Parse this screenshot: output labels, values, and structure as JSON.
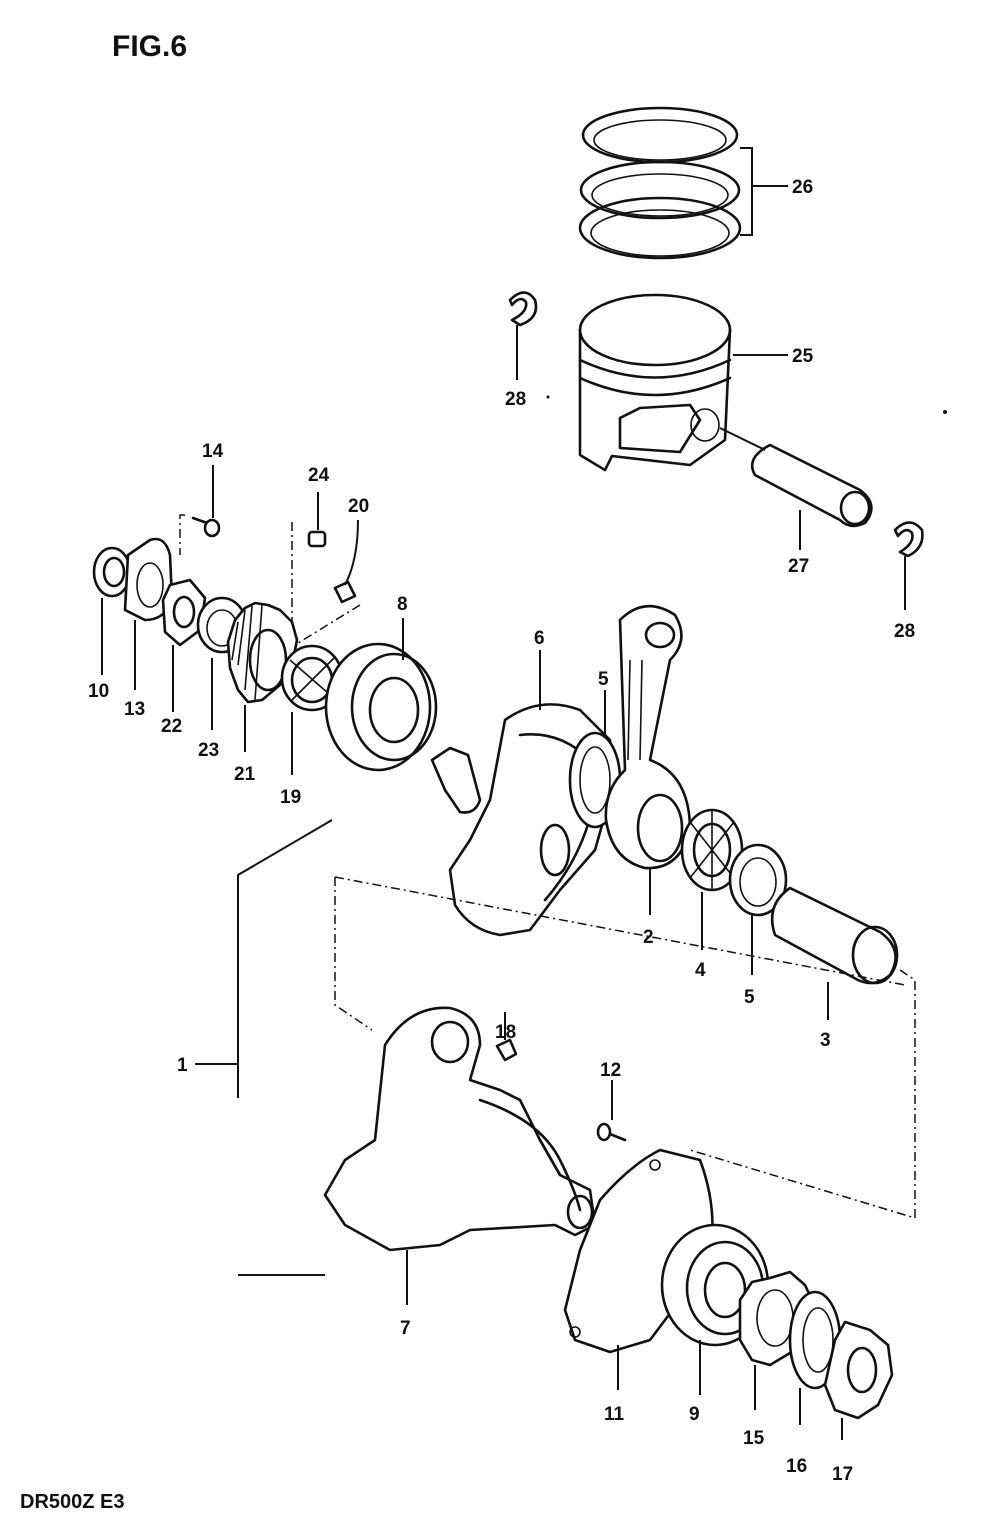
{
  "title": "FIG.6",
  "footer": "DR500Z  E3",
  "callouts": [
    {
      "id": "c1",
      "text": "1"
    },
    {
      "id": "c2",
      "text": "2"
    },
    {
      "id": "c3",
      "text": "3"
    },
    {
      "id": "c4",
      "text": "4"
    },
    {
      "id": "c5a",
      "text": "5"
    },
    {
      "id": "c5b",
      "text": "5"
    },
    {
      "id": "c6",
      "text": "6"
    },
    {
      "id": "c7",
      "text": "7"
    },
    {
      "id": "c8",
      "text": "8"
    },
    {
      "id": "c9",
      "text": "9"
    },
    {
      "id": "c10",
      "text": "10"
    },
    {
      "id": "c11",
      "text": "11"
    },
    {
      "id": "c12",
      "text": "12"
    },
    {
      "id": "c13",
      "text": "13"
    },
    {
      "id": "c14",
      "text": "14"
    },
    {
      "id": "c15",
      "text": "15"
    },
    {
      "id": "c16",
      "text": "16"
    },
    {
      "id": "c17",
      "text": "17"
    },
    {
      "id": "c18",
      "text": "18"
    },
    {
      "id": "c19",
      "text": "19"
    },
    {
      "id": "c20",
      "text": "20"
    },
    {
      "id": "c21",
      "text": "21"
    },
    {
      "id": "c22",
      "text": "22"
    },
    {
      "id": "c23",
      "text": "23"
    },
    {
      "id": "c24",
      "text": "24"
    },
    {
      "id": "c25",
      "text": "25"
    },
    {
      "id": "c26",
      "text": "26"
    },
    {
      "id": "c27",
      "text": "27"
    },
    {
      "id": "c28a",
      "text": "28"
    },
    {
      "id": "c28b",
      "text": "28"
    }
  ]
}
